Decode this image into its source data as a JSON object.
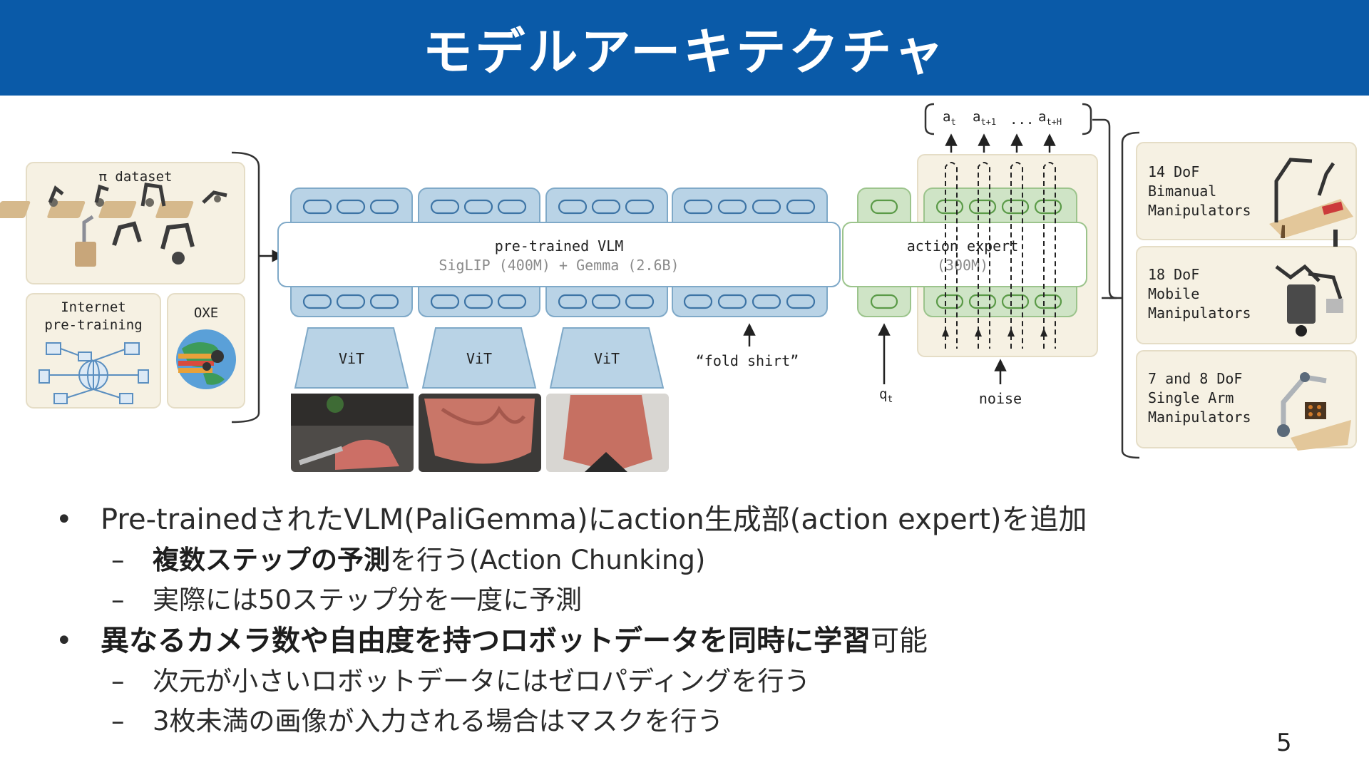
{
  "slide": {
    "title": "モデルアーキテクチャ",
    "page_number": "5"
  },
  "diagram": {
    "dataset_panel": {
      "pi_dataset": "π dataset",
      "internet_pretraining": [
        "Internet",
        "pre-training"
      ],
      "oxe": "OXE"
    },
    "vlm": {
      "title": "pre-trained VLM",
      "subtitle": "SigLIP (400M) + Gemma (2.6B)",
      "vit_labels": [
        "ViT",
        "ViT",
        "ViT"
      ],
      "text_input": "“fold shirt”"
    },
    "action_expert": {
      "title": "action expert",
      "subtitle": "(300M)",
      "state_label": "q",
      "state_sub": "t",
      "noise_label": "noise",
      "outputs": [
        {
          "base": "a",
          "sub": "t"
        },
        {
          "base": "a",
          "sub": "t+1"
        },
        {
          "base": "...",
          "sub": ""
        },
        {
          "base": "a",
          "sub": "t+H"
        }
      ]
    },
    "robots": [
      {
        "lines": [
          "14 DoF",
          "Bimanual",
          "Manipulators"
        ]
      },
      {
        "lines": [
          "18 DoF",
          "Mobile",
          "Manipulators"
        ]
      },
      {
        "lines": [
          "7 and 8 DoF",
          "Single Arm",
          "Manipulators"
        ]
      }
    ],
    "colors": {
      "header": "#0a5aa8",
      "panel_fill": "#f6f1e3",
      "vlm_token": "#b9d3e6",
      "action_token": "#cfe4c6"
    }
  },
  "bullets": [
    {
      "level": 1,
      "marker": "•",
      "bold": "",
      "text": "Pre-trainedされたVLM(PaliGemma)にaction生成部(action expert)を追加"
    },
    {
      "level": 2,
      "marker": "–",
      "bold": "複数ステップの予測",
      "text": "を行う(Action Chunking)"
    },
    {
      "level": 2,
      "marker": "–",
      "bold": "",
      "text": "実際には50ステップ分を一度に予測"
    },
    {
      "level": 1,
      "marker": "•",
      "bold": "異なるカメラ数や自由度を持つロボットデータを同時に学習",
      "text": "可能"
    },
    {
      "level": 2,
      "marker": "–",
      "bold": "",
      "text": "次元が小さいロボットデータにはゼロパディングを行う"
    },
    {
      "level": 2,
      "marker": "–",
      "bold": "",
      "text": "3枚未満の画像が入力される場合はマスクを行う"
    }
  ]
}
